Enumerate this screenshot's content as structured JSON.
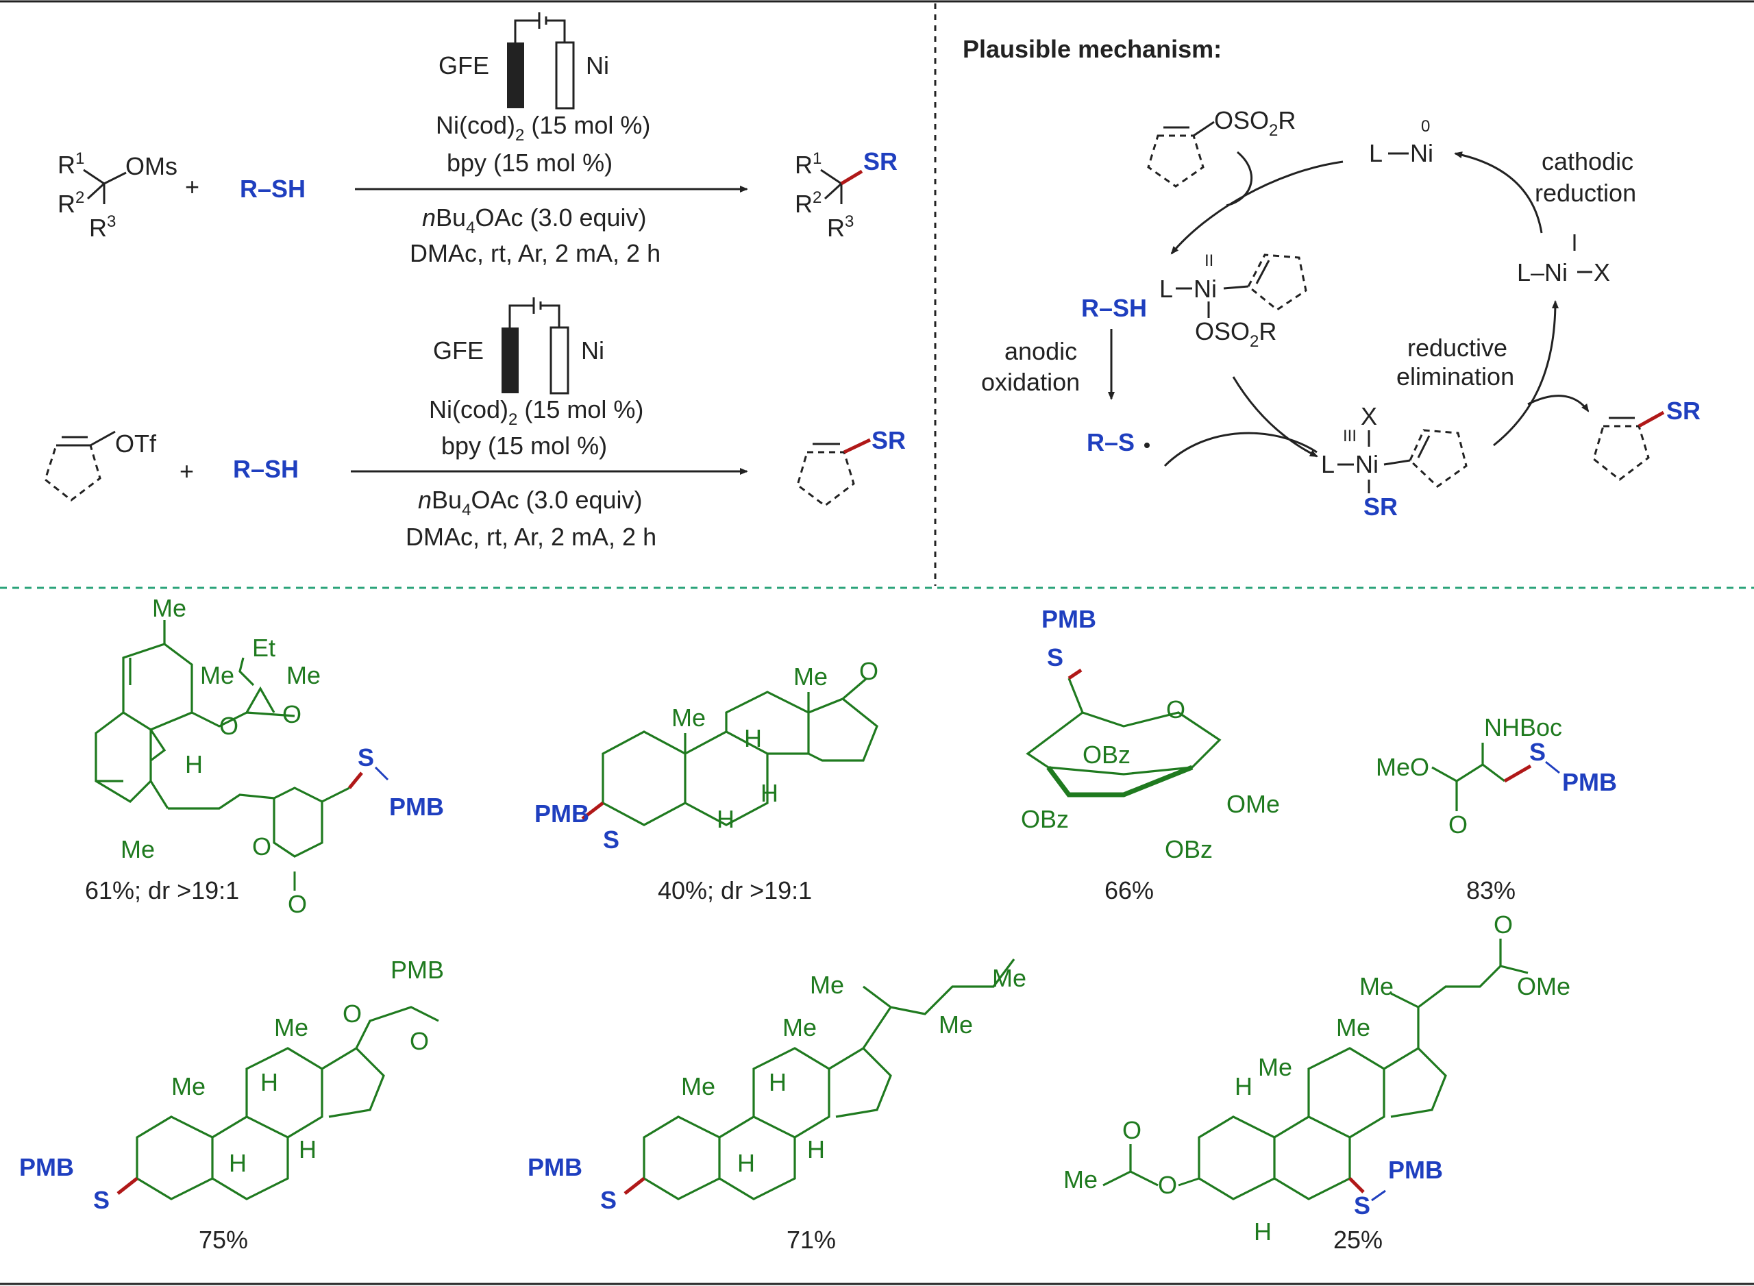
{
  "colors": {
    "accent_blue": "#1f3fbf",
    "product_green": "#1f7a1f",
    "bond_red": "#b01818",
    "divider_green": "#2aa37a"
  },
  "rxn1": {
    "electrode_left": "GFE",
    "electrode_right": "Ni",
    "cond1_a": "Ni(cod)",
    "cond1_sub": "2",
    "cond1_b": " (15 mol %)",
    "cond2": "bpy (15 mol %)",
    "cond3_a": "n",
    "cond3_b": "Bu",
    "cond3_sub": "4",
    "cond3_c": "OAc (3.0 equiv)",
    "cond4": "DMAc, rt, Ar, 2 mA, 2 h",
    "reagent": "R–SH",
    "plus": "+",
    "sub_R1": "R",
    "sub_R1_sup": "1",
    "sub_R2": "R",
    "sub_R2_sup": "2",
    "sub_R3": "R",
    "sub_R3_sup": "3",
    "sub_OMs": "OMs",
    "prod_SR": "SR"
  },
  "rxn2": {
    "electrode_left": "GFE",
    "electrode_right": "Ni",
    "cond1_a": "Ni(cod)",
    "cond1_sub": "2",
    "cond1_b": " (15 mol %)",
    "cond2": "bpy (15 mol %)",
    "cond3_a": "n",
    "cond3_b": "Bu",
    "cond3_sub": "4",
    "cond3_c": "OAc (3.0 equiv)",
    "cond4": "DMAc, rt, Ar, 2 mA, 2 h",
    "reagent": "R–SH",
    "plus": "+",
    "sub_OTf": "OTf",
    "prod_SR": "SR"
  },
  "mechanism": {
    "title": "Plausible mechanism:",
    "oso2r": "OSO",
    "oso2r_sub": "2",
    "oso2r_R": "R",
    "ni0_L": "L",
    "ni0_Ni": "Ni",
    "ni0_ox": "0",
    "cathodic": "cathodic",
    "reduction": "reduction",
    "niI_L": "L–Ni",
    "niI_X": "X",
    "niI_ox": "I",
    "niII_L": "L",
    "niII_Ni": "Ni",
    "niII_ox": "II",
    "niII_oso": "OSO",
    "niII_oso_sub": "2",
    "niII_oso_R": "R",
    "rsh": "R–SH",
    "anodic": "anodic",
    "oxidation": "oxidation",
    "rs_radical": "R–S",
    "reductive": "reductive",
    "elimination": "elimination",
    "niIII_L": "L",
    "niIII_Ni": "Ni",
    "niIII_ox": "III",
    "niIII_X": "X",
    "niIII_SR": "SR",
    "prod_SR": "SR"
  },
  "products": {
    "p1": {
      "yield": "61%; dr >19:1",
      "Me_top": "Me",
      "Et": "Et",
      "Me_a": "Me",
      "Me_b": "Me",
      "O_ester": "O",
      "O_carbonyl": "O",
      "H": "H",
      "Me_bottom": "Me",
      "O_ring": "O",
      "O_lactone": "O",
      "S": "S",
      "PMB": "PMB"
    },
    "p2": {
      "yield": "40%; dr >19:1",
      "PMB": "PMB",
      "S": "S",
      "Me_a": "Me",
      "Me_b": "Me",
      "H_a": "H",
      "H_b": "H",
      "H_c": "H",
      "O": "O"
    },
    "p3": {
      "yield": "66%",
      "PMB": "PMB",
      "S": "S",
      "O_ring": "O",
      "OBz_a": "OBz",
      "OBz_b": "OBz",
      "OBz_c": "OBz",
      "OMe": "OMe"
    },
    "p4": {
      "yield": "83%",
      "NHBoc": "NHBoc",
      "MeO": "MeO",
      "O": "O",
      "S": "S",
      "PMB": "PMB"
    },
    "p5": {
      "yield": "75%",
      "PMB_top": "PMB",
      "O_a": "O",
      "O_b": "O",
      "Me_a": "Me",
      "Me_b": "Me",
      "H_a": "H",
      "H_b": "H",
      "H_c": "H",
      "PMB": "PMB",
      "S": "S"
    },
    "p6": {
      "yield": "71%",
      "Me_side": "Me",
      "Me_end_a": "Me",
      "Me_end_b": "Me",
      "Me_a": "Me",
      "Me_b": "Me",
      "H_a": "H",
      "H_b": "H",
      "H_c": "H",
      "PMB": "PMB",
      "S": "S"
    },
    "p7": {
      "yield": "25%",
      "O_top": "O",
      "OMe": "OMe",
      "Me_side": "Me",
      "Me_a": "Me",
      "Me_b": "Me",
      "H_a": "H",
      "H_b": "H",
      "O_ac": "O",
      "O_ac2": "O",
      "Me_ac": "Me",
      "S": "S",
      "PMB": "PMB"
    }
  }
}
